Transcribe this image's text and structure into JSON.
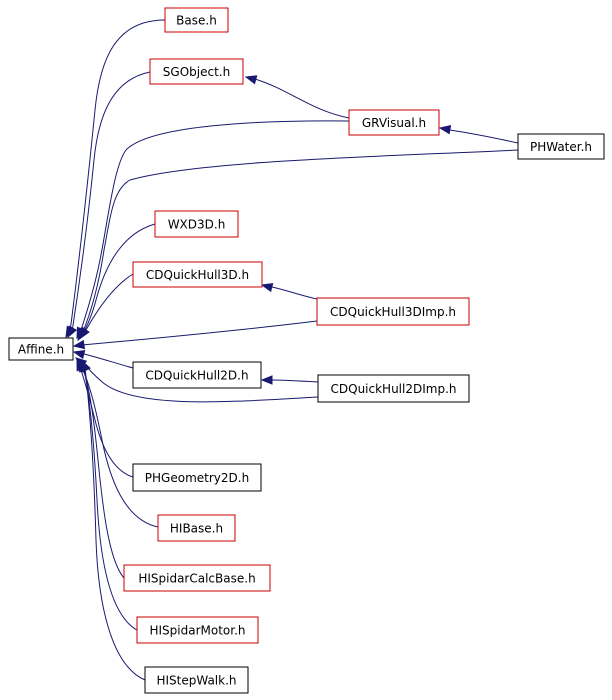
{
  "colors": {
    "edge": "#191970",
    "border_red": "#cc0000",
    "border_black": "#000000",
    "root_fill": "#000000",
    "root_text": "#ffffff"
  },
  "nodes": {
    "affine": {
      "label": "Affine.h",
      "style": "root"
    },
    "base": {
      "label": "Base.h",
      "style": "red"
    },
    "sgobject": {
      "label": "SGObject.h",
      "style": "red"
    },
    "grvisual": {
      "label": "GRVisual.h",
      "style": "red"
    },
    "phwater": {
      "label": "PHWater.h",
      "style": "black"
    },
    "wxd3d": {
      "label": "WXD3D.h",
      "style": "red"
    },
    "cdquickhull3d": {
      "label": "CDQuickHull3D.h",
      "style": "red"
    },
    "cdquickhull3dimp": {
      "label": "CDQuickHull3DImp.h",
      "style": "red"
    },
    "cdquickhull2d": {
      "label": "CDQuickHull2D.h",
      "style": "black"
    },
    "cdquickhull2dimp": {
      "label": "CDQuickHull2DImp.h",
      "style": "black"
    },
    "phgeometry2d": {
      "label": "PHGeometry2D.h",
      "style": "black"
    },
    "hibase": {
      "label": "HIBase.h",
      "style": "red"
    },
    "hispidarcalcbase": {
      "label": "HISpidarCalcBase.h",
      "style": "red"
    },
    "hispidarmotor": {
      "label": "HISpidarMotor.h",
      "style": "red"
    },
    "histepwalk": {
      "label": "HIStepWalk.h",
      "style": "black"
    }
  }
}
